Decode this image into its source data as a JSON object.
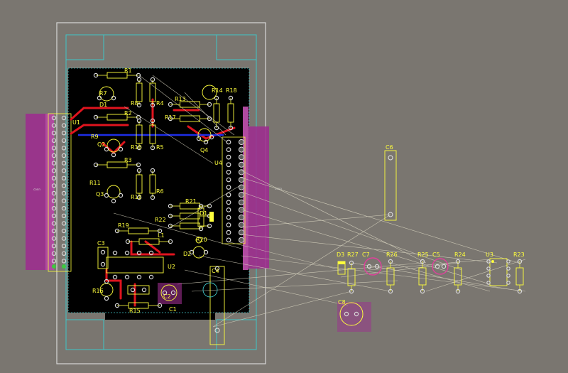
{
  "colors": {
    "workspace": "#7a7670",
    "board": "#000000",
    "outline": "#d8d8d8",
    "keepout": "#3fc6c8",
    "silk": "#ffff3c",
    "top_copper": "#e0141e",
    "bottom_copper": "#1e2ee6",
    "ratsnest": "#d9d5c0",
    "connector": "#9c2f8e",
    "pad": "#d8d8d8",
    "overlay_text": "#d6d6d6"
  },
  "labels": {
    "R1": "R1",
    "R2": "R2",
    "R3": "R3",
    "R4": "R4",
    "R5": "R5",
    "R6": "R6",
    "R7": "R7",
    "R8": "R8",
    "R9": "R9",
    "R10": "R10",
    "R11": "R11",
    "R12": "R12",
    "R13": "R13",
    "R14": "R14",
    "R15": "R15",
    "R16": "R16",
    "R17": "R17",
    "R18": "R18",
    "R19": "R19",
    "R20": "R20",
    "R21": "R21",
    "R22": "R22",
    "R23": "R23",
    "R24": "R24",
    "R25": "R25",
    "R26": "R26",
    "R27": "R27",
    "C1": "C1",
    "C2": "C2",
    "C3": "C3",
    "C4": "C4",
    "C5": "C5",
    "C6": "C6",
    "C7": "C7",
    "C8": "C8",
    "D1": "D1",
    "D2": "D2",
    "D3": "D3",
    "Q1": "Q1",
    "Q2": "Q2",
    "Q3": "Q3",
    "Q4": "Q4",
    "U1": "U1",
    "U2": "U2",
    "U3": "U3",
    "U4": "U4",
    "L1": "L1"
  }
}
